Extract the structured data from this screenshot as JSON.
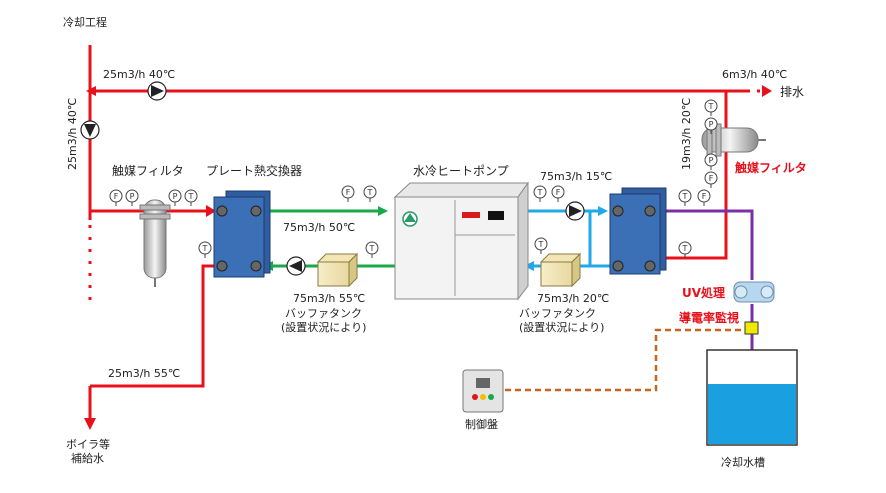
{
  "labels": {
    "cooling_process": "冷却工程",
    "flow_top": "25m3/h 40℃",
    "flow_left_vertical": "25m3/h 40℃",
    "drain_flow": "6m3/h 40℃",
    "drain": "排水",
    "catalyst_filter_left": "触媒フィルタ",
    "plate_hx": "プレート熱交換器",
    "heat_pump": "水冷ヒートポンプ",
    "flow_hot_supply": "75m3/h 50℃",
    "flow_hot_return": "75m3/h 55℃",
    "buffer_tank_left": "バッファタンク",
    "buffer_tank_left_note": "(設置状況により)",
    "flow_cold_supply": "75m3/h 15℃",
    "flow_cold_return": "75m3/h 20℃",
    "buffer_tank_right": "バッファタンク",
    "buffer_tank_right_note": "(設置状況により)",
    "flow_right_vertical": "19m3/h 20℃",
    "catalyst_filter_right": "触媒フィルタ",
    "uv_treatment": "UV処理",
    "conductivity_monitor": "導電率監視",
    "flow_bottom": "25m3/h 55℃",
    "boiler_line1": "ボイラ等",
    "boiler_line2": "補給水",
    "control_panel": "制御盤",
    "cooling_tank": "冷却水槽"
  },
  "instruments": {
    "F": "F",
    "P": "P",
    "T": "T"
  },
  "colors": {
    "hot_line": "#e8101a",
    "green_line": "#1aa84a",
    "blue_line": "#22a8e8",
    "purple_line": "#7b2fa8",
    "signal_line": "#c8641e",
    "hx_body": "#3b6fb6",
    "tank_water": "#1aa0e0"
  }
}
